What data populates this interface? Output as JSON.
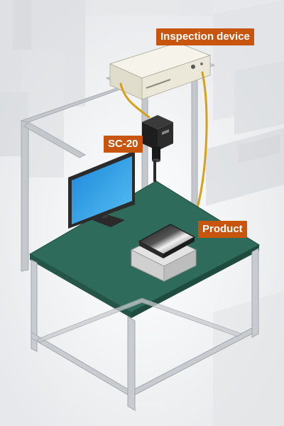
{
  "labels": {
    "inspection_device": "Inspection device",
    "camera": "SC-20",
    "product": "Product"
  },
  "colors": {
    "label_bg": "#c8550e",
    "table_top": "#2e6b5a",
    "frame": "#bfc2c6",
    "cable": "#d4a21a",
    "monitor_screen": "#2f9fe4",
    "camera_body": "#1e1e1e",
    "device_body": "#ece9dc"
  },
  "icons": [
    "inspection-device-icon",
    "camera-icon",
    "monitor-icon",
    "product-tray-icon"
  ]
}
